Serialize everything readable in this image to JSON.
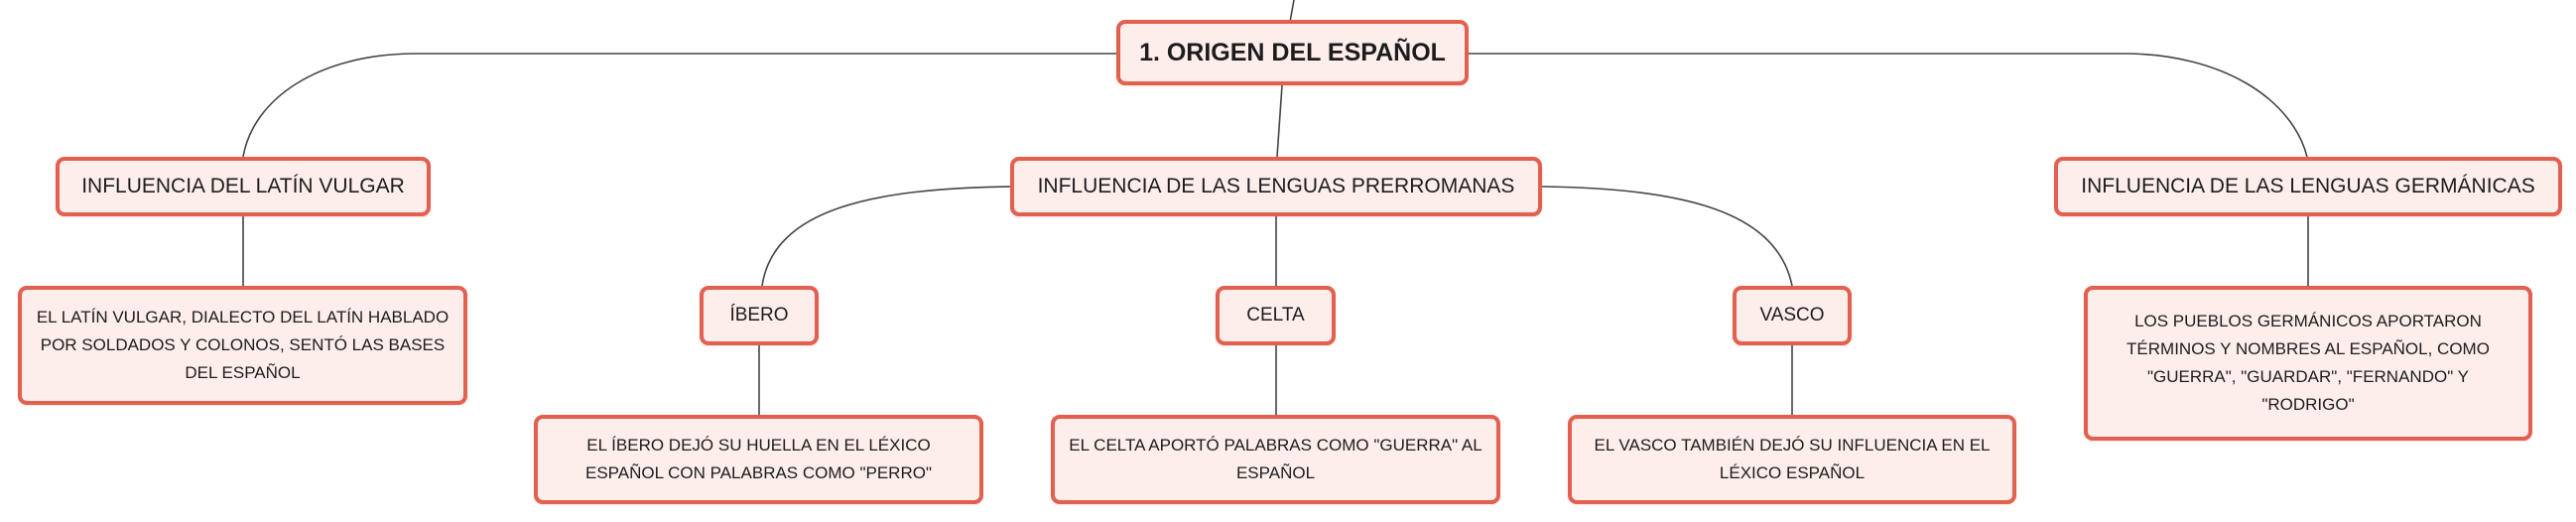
{
  "colors": {
    "border": "#e2604f",
    "fill": "#fdeeec",
    "line": "#444444"
  },
  "map": {
    "root": "1. ORIGEN DEL ESPAÑOL",
    "latin": {
      "title": "INFLUENCIA DEL LATÍN VULGAR",
      "detail": "EL LATÍN VULGAR, DIALECTO DEL LATÍN HABLADO POR SOLDADOS Y COLONOS, SENTÓ LAS BASES DEL ESPAÑOL"
    },
    "prerromanas": {
      "title": "INFLUENCIA DE LAS LENGUAS PRERROMANAS",
      "ibero": {
        "title": "ÍBERO",
        "detail": "EL ÍBERO DEJÓ SU HUELLA EN EL LÉXICO ESPAÑOL CON PALABRAS COMO \"PERRO\""
      },
      "celta": {
        "title": "CELTA",
        "detail": "EL CELTA APORTÓ PALABRAS COMO \"GUERRA\" AL ESPAÑOL"
      },
      "vasco": {
        "title": "VASCO",
        "detail": "EL VASCO TAMBIÉN DEJÓ SU INFLUENCIA EN EL LÉXICO ESPAÑOL"
      }
    },
    "germanicas": {
      "title": "INFLUENCIA DE LAS LENGUAS GERMÁNICAS",
      "detail": "LOS PUEBLOS GERMÁNICOS APORTARON TÉRMINOS Y NOMBRES AL ESPAÑOL, COMO \"GUERRA\", \"GUARDAR\", \"FERNANDO\" Y \"RODRIGO\""
    }
  }
}
